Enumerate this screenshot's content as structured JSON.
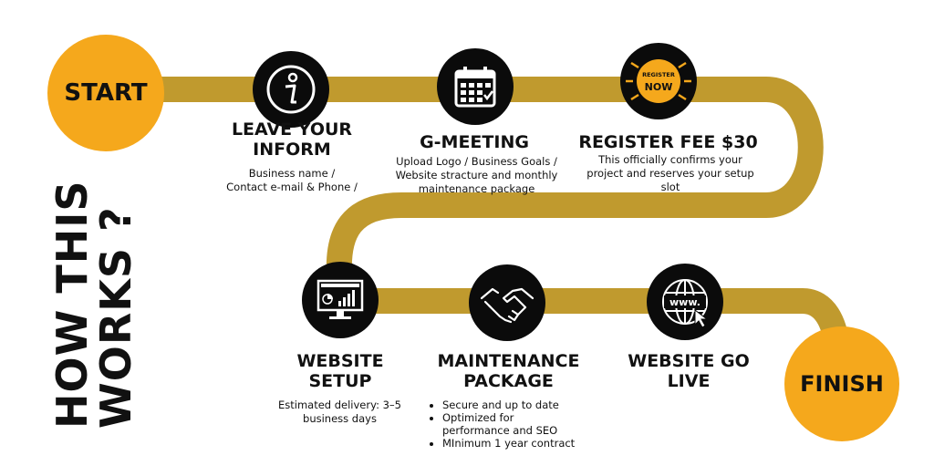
{
  "heading": [
    "HOW THIS",
    "WORKS ?"
  ],
  "start_label": "START",
  "finish_label": "FINISH",
  "colors": {
    "accent": "#f5a81c",
    "road": "#c09a2e",
    "icon_bg": "#0b0b0b"
  },
  "steps": [
    {
      "icon": "info-icon",
      "title": "LEAVE YOUR\nINFORM",
      "desc": "Business name /\nContact e-mail & Phone /"
    },
    {
      "icon": "calendar-icon",
      "title": "G-MEETING",
      "desc": "Upload Logo / Business Goals /\nWebsite stracture and monthly\nmaintenance package"
    },
    {
      "icon": "register-now-icon",
      "badge_line1": "REGISTER",
      "badge_line2": "NOW",
      "title": "REGISTER FEE $30",
      "desc": "This officially confirms your\nproject and reserves your setup\nslot"
    },
    {
      "icon": "monitor-analytics-icon",
      "title": "WEBSITE\nSETUP",
      "desc": "Estimated delivery: 3–5\nbusiness days"
    },
    {
      "icon": "handshake-icon",
      "title": "MAINTENANCE\nPACKAGE",
      "bullets": [
        "Secure and up to date",
        "Optimized for performance and SEO",
        "MInimum 1 year contract"
      ]
    },
    {
      "icon": "www-globe-icon",
      "title": "WEBSITE GO\nLIVE"
    }
  ]
}
